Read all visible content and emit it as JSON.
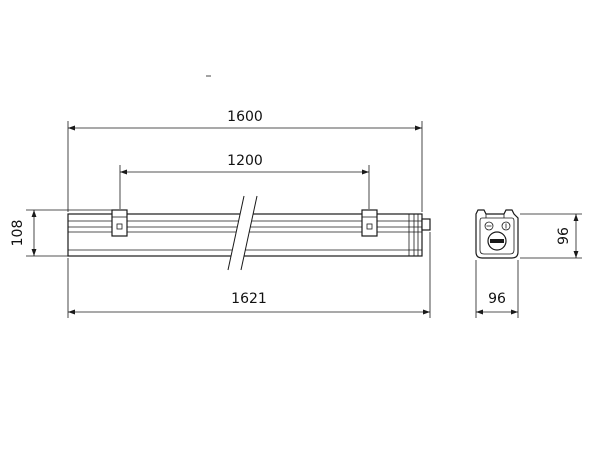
{
  "dimensions": {
    "overall_length": "1600",
    "clip_spacing": "1200",
    "total_length": "1621",
    "height": "108",
    "end_height": "96",
    "end_width": "96"
  },
  "colors": {
    "line": "#1a1a1a",
    "background": "#ffffff"
  }
}
